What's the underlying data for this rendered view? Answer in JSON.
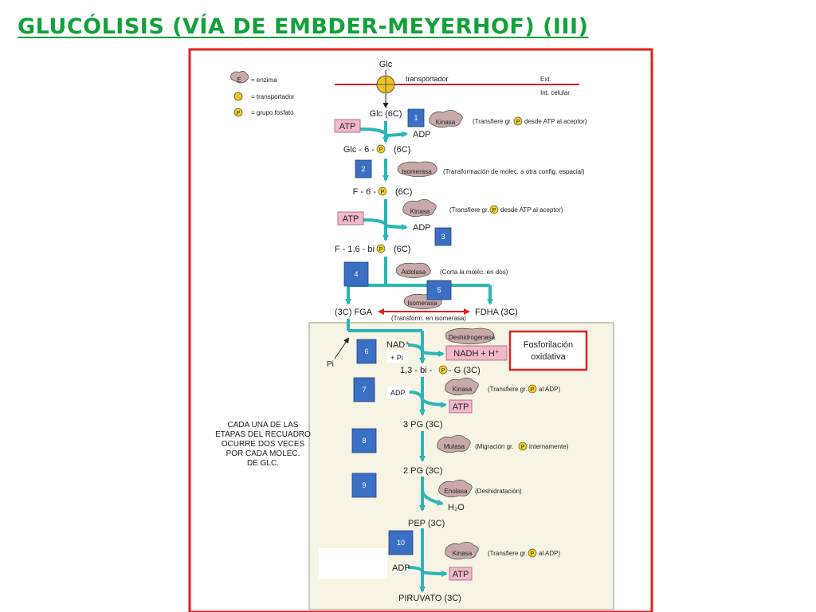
{
  "title": "GLUCÓLISIS (VÍA DE EMBDER-MEYERHOF) (III)",
  "legend": {
    "enzyme_symbol": "E",
    "enzyme": "= enzima",
    "carrier": "= transportador",
    "phosphate_symbol": "P",
    "phosphate": "= grupo fosfato"
  },
  "membrane": {
    "transporter": "transportador",
    "ext": "Ext.",
    "int": "Int. celular",
    "glc_out": "Glc"
  },
  "steps": [
    "1",
    "2",
    "3",
    "4",
    "5",
    "6",
    "7",
    "8",
    "9",
    "10"
  ],
  "molecules": {
    "glc": "Glc (6C)",
    "g6p_a": "Glc - 6 -",
    "g6p_b": "(6C)",
    "f6p_a": "F - 6 -",
    "f6p_b": "(6C)",
    "f16bp_a": "F - 1,6 - bi",
    "f16bp_b": "(6C)",
    "fga": "(3C) FGA",
    "fdha": "FDHA  (3C)",
    "bpg_a": "1,3 - bi -",
    "bpg_b": "- G  (3C)",
    "pg3": "3 PG   (3C)",
    "pg2": "2 PG   (3C)",
    "pep": "PEP    (3C)",
    "pyruvate": "PIRUVATO  (3C)"
  },
  "cofactors": {
    "atp": "ATP",
    "adp": "ADP",
    "nad": "NAD⁺",
    "pi_plus": "+ Pi",
    "nadh": "NADH + H⁺",
    "pi": "Pi",
    "adp_7": "ADP",
    "h2o": "H₂O"
  },
  "enzymes": {
    "kinase": "Kinasa",
    "isomerase": "Isomerasa",
    "aldolase": "Aldolasa",
    "dehydrogenase": "Deshidrogenasa",
    "mutase": "Mutasa",
    "enolase": "Enolasa"
  },
  "notes": {
    "s1": "(Transfiere gr.",
    "s1b": "desde ATP al aceptor)",
    "s2": "(Transformación de molec. a otra config. espacial)",
    "s3": "(Transfiere gr.",
    "s3b": "desde ATP al aceptor)",
    "s4": "(Corta la moléc. en dos)",
    "s5": "(Transform. en isomerasa)",
    "s7": "(Transfiere gr.",
    "s7b": "al ADP)",
    "s8": "(Migración gr.",
    "s8b": "internamente)",
    "s9": "(Deshidratación)",
    "s10": "(Transfiere gr.",
    "s10b": "al ADP)"
  },
  "box_note": [
    "CADA UNA DE LAS",
    "ETAPAS DEL RECUADRO",
    "OCURRE DOS VECES",
    "POR CADA MOLEC.",
    "DE GLC."
  ],
  "callout": [
    "Fosforilación",
    "oxidativa"
  ],
  "colors": {
    "title": "#12a13a",
    "frame": "#e02020",
    "arrow": "#2bb6b6",
    "step": "#3b6fc4",
    "atp_box": "#f2b8cc",
    "enzyme": "#c9a9a9",
    "panel": "#f7f4e6",
    "phosphate": "#f3d21c"
  }
}
